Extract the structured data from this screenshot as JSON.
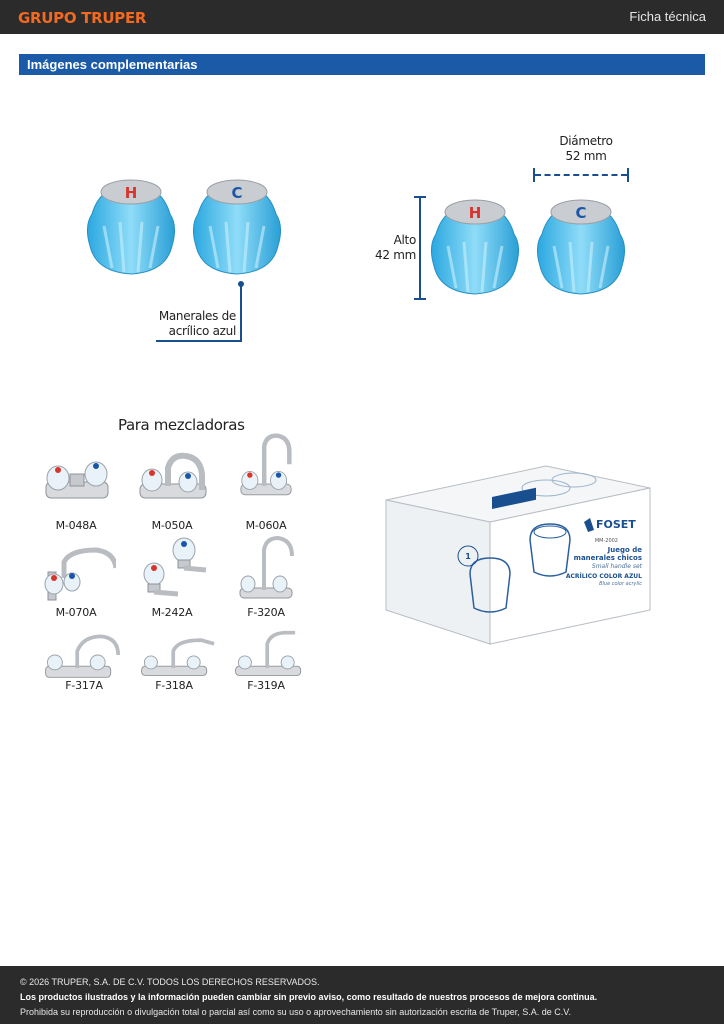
{
  "header": {
    "brand": "GRUPO TRUPER",
    "doc_type": "Ficha técnica"
  },
  "section": {
    "title": "Imágenes complementarias"
  },
  "knobs": {
    "hot_letter": "H",
    "cold_letter": "C",
    "material_label_line1": "Manerales de",
    "material_label_line2": "acrílico azul",
    "diameter_label": "Diámetro",
    "diameter_value": "52 mm",
    "height_label": "Alto",
    "height_value": "42 mm",
    "colors": {
      "body": "#4fc3f0",
      "hot": "#d9342b",
      "cold": "#1a56a8"
    }
  },
  "mixers": {
    "title": "Para mezcladoras",
    "items": [
      {
        "code": "M-048A"
      },
      {
        "code": "M-050A"
      },
      {
        "code": "M-060A"
      },
      {
        "code": "M-070A"
      },
      {
        "code": "M-242A"
      },
      {
        "code": "F-320A"
      },
      {
        "code": "F-317A"
      },
      {
        "code": "F-318A"
      },
      {
        "code": "F-319A"
      }
    ]
  },
  "package": {
    "brand": "FOSET",
    "model": "MM-2002",
    "name_line1": "Juego de",
    "name_line2": "manerales chicos",
    "name_en": "Small handle set",
    "material_es": "ACRÍLICO COLOR AZUL",
    "material_en": "Blue color acrylic",
    "count": "1"
  },
  "footer": {
    "copyright": "© 2026 TRUPER, S.A. DE C.V. TODOS LOS DERECHOS RESERVADOS.",
    "notice": "Los productos ilustrados y la información pueden cambiar sin previo aviso, como resultado de nuestros procesos de mejora continua.",
    "prohibition": "Prohibida su reproducción o divulgación total o parcial así como su uso o aprovechamiento sin autorización escrita de Truper, S.A. de C.V."
  }
}
